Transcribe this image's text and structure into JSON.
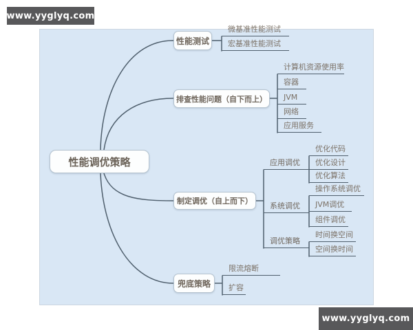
{
  "watermarks": {
    "top_left": "www.yyglyq.com",
    "bottom_right": "www.yyglyq.com"
  },
  "mindmap": {
    "root": {
      "label": "性能调优策略"
    },
    "branches": [
      {
        "label": "性能测试",
        "children": [
          "微基准性能测试",
          "宏基准性能测试"
        ]
      },
      {
        "label": "排查性能问题（自下而上）",
        "children": [
          "计算机资源使用率",
          "容器",
          "JVM",
          "网络",
          "应用服务"
        ]
      },
      {
        "label": "制定调优（自上而下）",
        "children": [
          {
            "label": "应用调优",
            "children": [
              "优化代码",
              "优化设计",
              "优化算法"
            ]
          },
          {
            "label": "系统调优",
            "children": [
              "操作系统调优",
              "JVM调优",
              "组件调优"
            ]
          },
          {
            "label": "调优策略",
            "children": [
              "时间换空间",
              "空间换时间"
            ]
          }
        ]
      },
      {
        "label": "兜底策略",
        "children": [
          "限流熔断",
          "扩容"
        ]
      }
    ],
    "colors": {
      "canvas_bg": "#d9e7f5",
      "node_fill": "#fdfefe",
      "node_border": "#b5c3cf",
      "connector": "#4e5e6c",
      "node_text": "#6f665c",
      "leaf_text": "#7b7166",
      "watermark_bg": "#58585a",
      "watermark_text": "#ffffff"
    }
  }
}
